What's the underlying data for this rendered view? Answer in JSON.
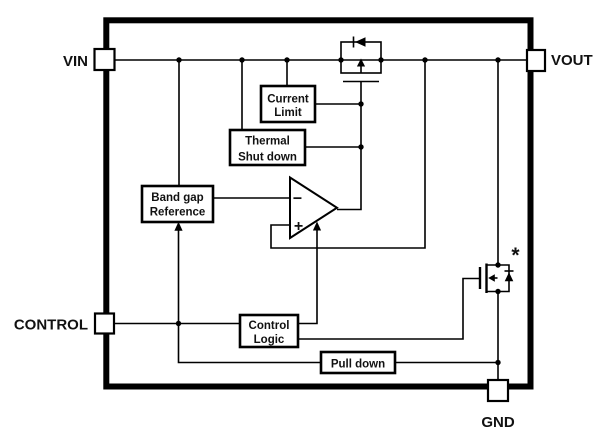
{
  "pins": {
    "vin": {
      "label": "VIN"
    },
    "vout": {
      "label": "VOUT"
    },
    "control": {
      "label": "CONTROL"
    },
    "gnd": {
      "label": "GND"
    }
  },
  "blocks": {
    "current_limit": {
      "line1": "Current",
      "line2": "Limit"
    },
    "thermal_shutdown": {
      "line1": "Thermal",
      "line2": "Shut down"
    },
    "band_gap_reference": {
      "line1": "Band gap",
      "line2": "Reference"
    },
    "control_logic": {
      "line1": "Control",
      "line2": "Logic"
    },
    "pull_down": {
      "label": "Pull down"
    }
  },
  "error_amplifier": {
    "inverting_input": "−",
    "noninverting_input": "+"
  },
  "annotations": {
    "pulldown_fet_note": "*"
  },
  "colors": {
    "line": "#000000",
    "background": "#ffffff"
  }
}
